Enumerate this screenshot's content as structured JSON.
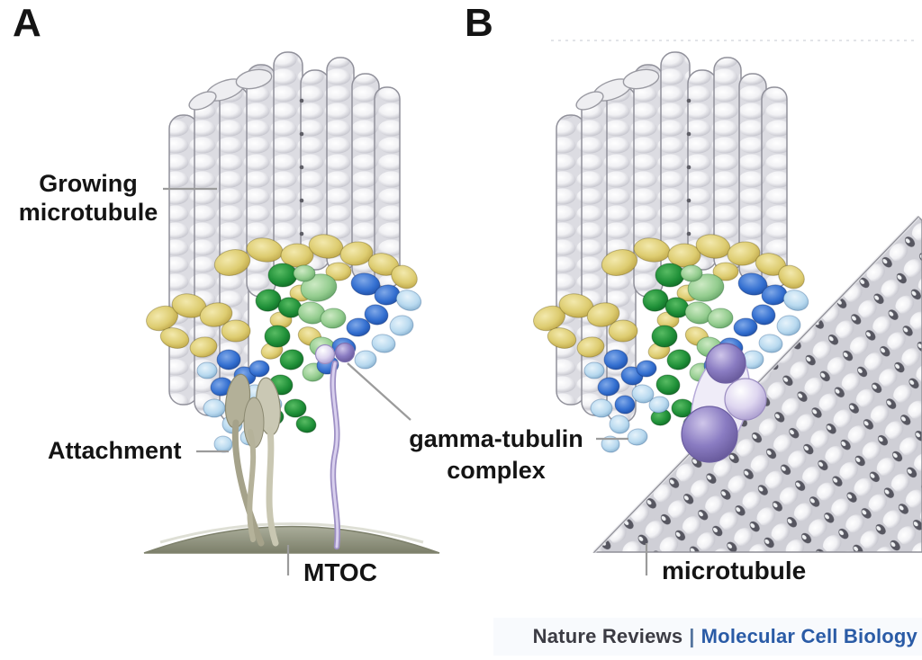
{
  "panels": {
    "a": {
      "label": "A",
      "annotations": {
        "growing_microtubule": "Growing microtubule",
        "attachment": "Attachment",
        "mtoc": "MTOC"
      }
    },
    "b": {
      "label": "B",
      "annotations": {
        "microtubule": "microtubule"
      }
    },
    "shared": {
      "gamma_tubulin_complex": "gamma-tubulin complex"
    }
  },
  "footer": {
    "journal": "Nature Reviews",
    "separator": "|",
    "section": "Molecular Cell Biology"
  },
  "palette": {
    "label-color": "#141414",
    "leader-color": "#9b9b9b",
    "footer-journal-color": "#3c3c44",
    "footer-separator-color": "#54749e",
    "footer-section-color": "#2a5ba6",
    "microtubule-grey": "#e9e9ee",
    "turc-yellow": "#ddcc70",
    "turc-green": "#1f9038",
    "turc-light-green": "#93cc8e",
    "turc-blue": "#336fd0",
    "turc-light-blue": "#b8d9ef",
    "gamma-tubulin-purple": "#8a7cc2",
    "attachment-tan": "#b3b098",
    "mtoc-grey": "#8b8f7a"
  }
}
